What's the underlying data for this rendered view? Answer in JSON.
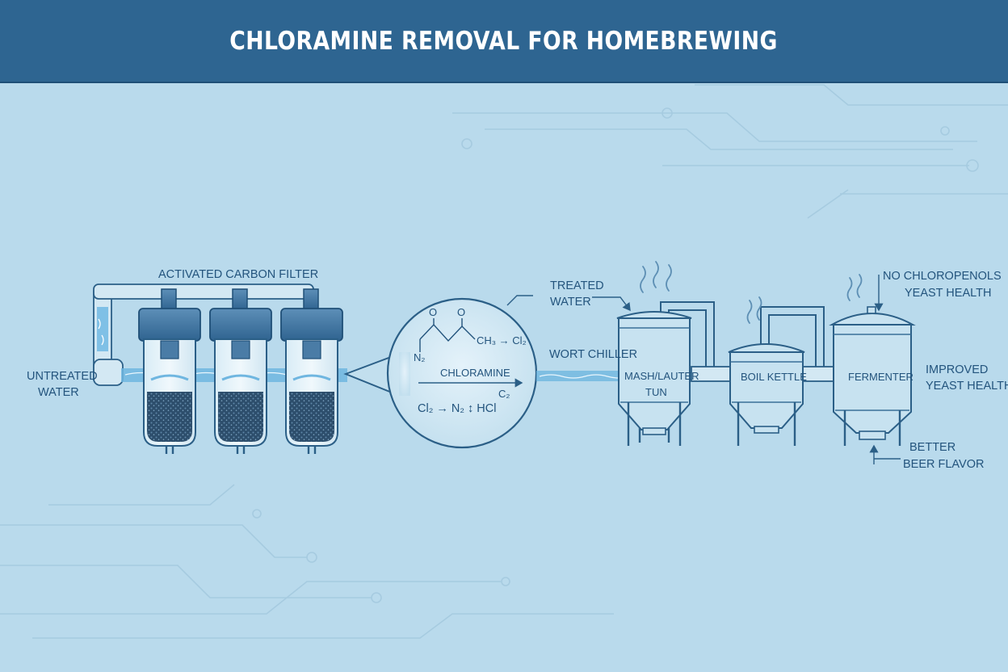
{
  "title": "CHLORAMINE REMOVAL FOR HOMEBREWING",
  "labels": {
    "untreated_line1": "UNTREATED",
    "untreated_line2": "WATER",
    "carbon_filter": "ACTIVATED CARBON FILTER",
    "treated_line1": "TREATED",
    "treated_line2": "WATER",
    "wort_chiller": "WORT CHILLER",
    "mash_line1": "MASH/LAUTER",
    "mash_line2": "TUN",
    "boil_kettle": "BOIL KETTLE",
    "fermenter": "FERMENTER",
    "no_chlorophenols_line1": "NO CHLOROPENOLS",
    "no_chlorophenols_line2": "YEAST HEALTH",
    "improved_line1": "IMPROVED",
    "improved_line2": "YEAST HEALTH",
    "better_line1": "BETTER",
    "better_line2": "BEER FLAVOR"
  },
  "chemistry": {
    "o_left": "O",
    "o_right": "O",
    "reaction_top": "CH₃ → Cl₂",
    "n2_left": "N₂",
    "chloramine": "CHLORAMINE",
    "c2": "C₂",
    "reaction_bottom": "Cl₂ →  N₂ ↕ HCl"
  },
  "colors": {
    "header": "#2e6591",
    "background": "#b9daec",
    "water": "#6fb6e0",
    "carbon": "#2b4a66",
    "outline": "#2b5f87"
  }
}
